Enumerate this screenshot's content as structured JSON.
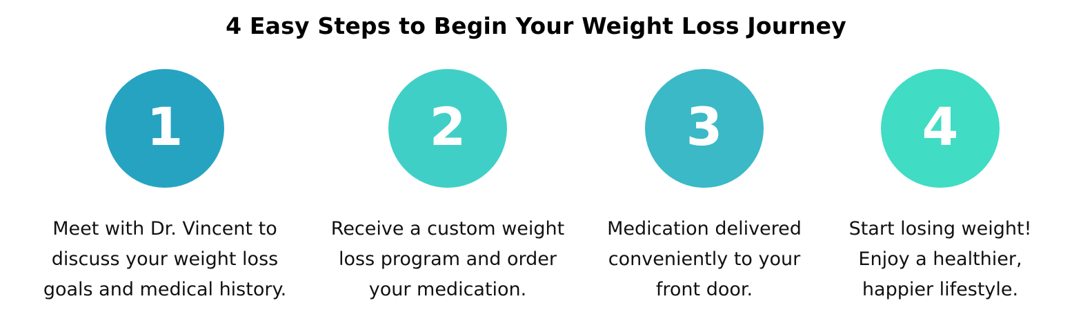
{
  "title": "4 Easy Steps to Begin Your Weight Loss Journey",
  "steps": [
    {
      "number": "1",
      "color": "#27A3C2",
      "lines": [
        "Meet with Dr. Vincent to",
        "discuss your weight loss",
        "goals and medical history."
      ]
    },
    {
      "number": "2",
      "color": "#40CFC7",
      "lines": [
        "Receive a custom weight",
        "loss program and order",
        "your medication."
      ]
    },
    {
      "number": "3",
      "color": "#3BB9C6",
      "lines": [
        "Medication delivered",
        "conveniently to your",
        "front door."
      ]
    },
    {
      "number": "4",
      "color": "#40DCC3",
      "lines": [
        "Start losing weight!",
        "Enjoy a healthier,",
        "happier lifestyle."
      ]
    }
  ]
}
